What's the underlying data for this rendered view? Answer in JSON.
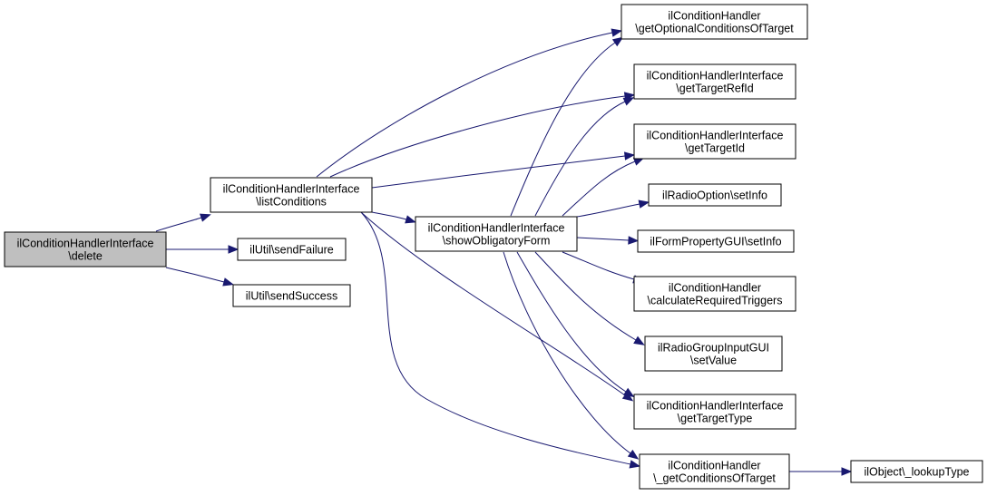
{
  "colors": {
    "edge": "#191970",
    "root_fill": "#bfbfbf",
    "node_fill": "#ffffff",
    "border": "#000000"
  },
  "nodes": [
    {
      "id": "n_delete",
      "lines": [
        "ilConditionHandlerInterface",
        "\\delete"
      ],
      "highlighted": true
    },
    {
      "id": "n_list",
      "lines": [
        "ilConditionHandlerInterface",
        "\\listConditions"
      ]
    },
    {
      "id": "n_sendfail",
      "lines": [
        "ilUtil\\sendFailure"
      ]
    },
    {
      "id": "n_sendsucc",
      "lines": [
        "ilUtil\\sendSuccess"
      ]
    },
    {
      "id": "n_show",
      "lines": [
        "ilConditionHandlerInterface",
        "\\showObligatoryForm"
      ]
    },
    {
      "id": "n_optcond",
      "lines": [
        "ilConditionHandler",
        "\\getOptionalConditionsOfTarget"
      ]
    },
    {
      "id": "n_refid",
      "lines": [
        "ilConditionHandlerInterface",
        "\\getTargetRefId"
      ]
    },
    {
      "id": "n_tid",
      "lines": [
        "ilConditionHandlerInterface",
        "\\getTargetId"
      ]
    },
    {
      "id": "n_radiosetinfo",
      "lines": [
        "ilRadioOption\\setInfo"
      ]
    },
    {
      "id": "n_formsetinfo",
      "lines": [
        "ilFormPropertyGUI\\setInfo"
      ]
    },
    {
      "id": "n_calc",
      "lines": [
        "ilConditionHandler",
        "\\calculateRequiredTriggers"
      ]
    },
    {
      "id": "n_radioval",
      "lines": [
        "ilRadioGroupInputGUI",
        "\\setValue"
      ]
    },
    {
      "id": "n_ttype",
      "lines": [
        "ilConditionHandlerInterface",
        "\\getTargetType"
      ]
    },
    {
      "id": "n_getcond",
      "lines": [
        "ilConditionHandler",
        "\\_getConditionsOfTarget"
      ]
    },
    {
      "id": "n_lookup",
      "lines": [
        "ilObject\\_lookupType"
      ]
    }
  ],
  "edges": [
    {
      "from": "n_delete",
      "to": "n_list"
    },
    {
      "from": "n_delete",
      "to": "n_sendfail"
    },
    {
      "from": "n_delete",
      "to": "n_sendsucc"
    },
    {
      "from": "n_list",
      "to": "n_optcond"
    },
    {
      "from": "n_list",
      "to": "n_refid"
    },
    {
      "from": "n_list",
      "to": "n_tid"
    },
    {
      "from": "n_list",
      "to": "n_show"
    },
    {
      "from": "n_list",
      "to": "n_ttype"
    },
    {
      "from": "n_list",
      "to": "n_getcond"
    },
    {
      "from": "n_show",
      "to": "n_optcond"
    },
    {
      "from": "n_show",
      "to": "n_refid"
    },
    {
      "from": "n_show",
      "to": "n_tid"
    },
    {
      "from": "n_show",
      "to": "n_radiosetinfo"
    },
    {
      "from": "n_show",
      "to": "n_formsetinfo"
    },
    {
      "from": "n_show",
      "to": "n_calc"
    },
    {
      "from": "n_show",
      "to": "n_radioval"
    },
    {
      "from": "n_show",
      "to": "n_ttype"
    },
    {
      "from": "n_show",
      "to": "n_getcond"
    },
    {
      "from": "n_getcond",
      "to": "n_lookup"
    }
  ]
}
